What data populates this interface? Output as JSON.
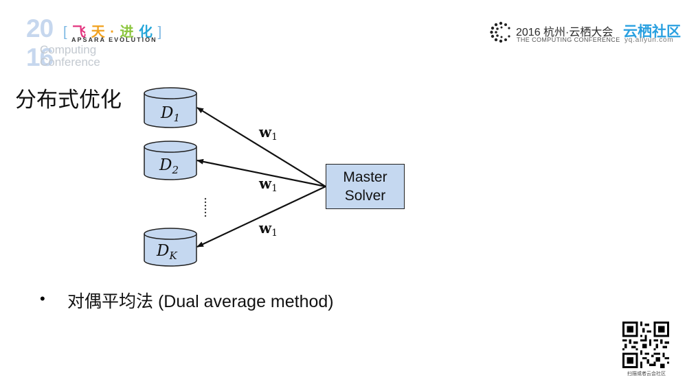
{
  "header": {
    "event_logo": {
      "year_top": "20",
      "year_bottom": "16",
      "cn_chars": [
        "飞",
        "天",
        "·",
        "进",
        "化"
      ],
      "bracket_left": "[",
      "bracket_right": "]",
      "en_text": "APSARA EVOLUTION",
      "faint_text_1": "Computing",
      "faint_text_2": "Conference",
      "icon": "apsara-logo-icon"
    },
    "conference": {
      "title": "2016 杭州·云栖大会",
      "subtitle": "THE COMPUTING CONFERENCE",
      "icon": "dotted-c-logo-icon"
    },
    "community": {
      "title": "云栖社区",
      "url": "yq.aliyun.com"
    }
  },
  "slide": {
    "title": "分布式优化",
    "diagram": {
      "nodes": [
        {
          "id": "d1",
          "label_main": "D",
          "label_sub": "1"
        },
        {
          "id": "d2",
          "label_main": "D",
          "label_sub": "2"
        },
        {
          "id": "dk",
          "label_main": "D",
          "label_sub": "K"
        }
      ],
      "master": {
        "line1": "Master",
        "line2": "Solver"
      },
      "edges": [
        {
          "from": "master",
          "to": "d1",
          "label_main": "w",
          "label_sub": "1"
        },
        {
          "from": "master",
          "to": "d2",
          "label_main": "w",
          "label_sub": "1"
        },
        {
          "from": "master",
          "to": "dk",
          "label_main": "w",
          "label_sub": "1"
        }
      ],
      "colors": {
        "cylinder_fill": "#c5d8f0",
        "stroke": "#1f1f1f",
        "master_fill": "#c5d8f0"
      }
    },
    "bullets": [
      {
        "marker": "•",
        "text": "对偶平均法 (Dual average method)"
      }
    ]
  },
  "footer": {
    "qr_caption": "扫描或者云会社区",
    "qr_icon": "qr-code-icon"
  }
}
